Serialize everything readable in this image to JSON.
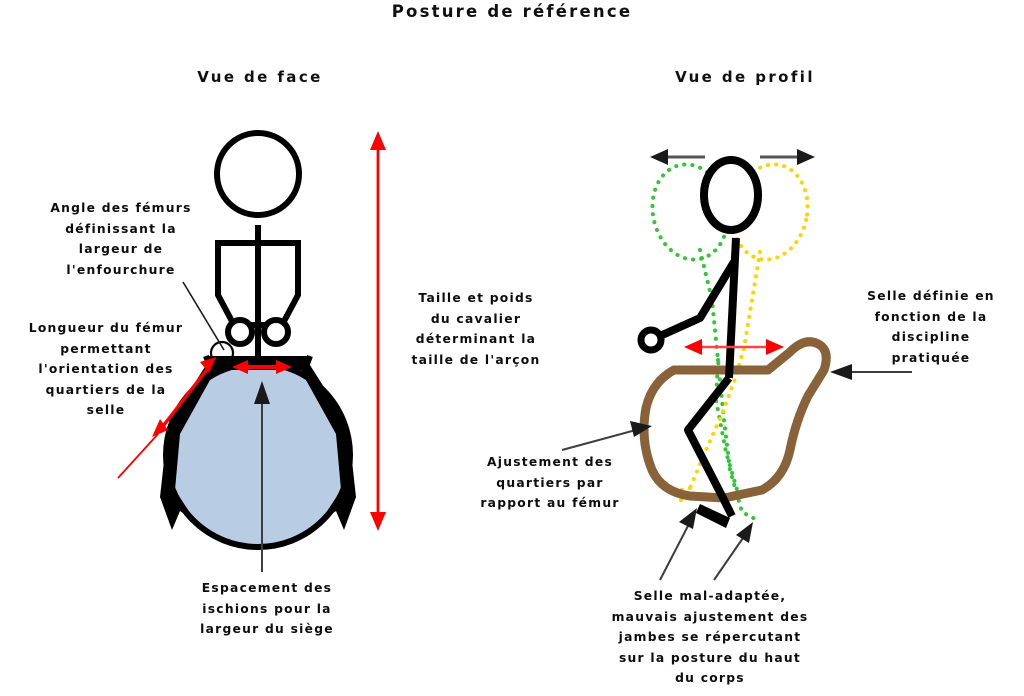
{
  "page": {
    "title": "Posture de référence",
    "background": "#ffffff"
  },
  "views": {
    "front": {
      "subtitle": "Vue de face"
    },
    "profile": {
      "subtitle": "Vue de profil"
    }
  },
  "callouts": [
    {
      "id": "femur-angle",
      "text": "Angle des fémurs\ndéfinissant la\nlargeur de\nl'enfourchure",
      "leader": "thin-black-line"
    },
    {
      "id": "femur-length",
      "text": "Longueur du fémur\npermettant\nl'orientation des\nquartiers de la\nselle",
      "leader": "red-double-arrow"
    },
    {
      "id": "taille-poids",
      "text": "Taille et poids\ndu cavalier\ndéterminant la\ntaille de l'arçon",
      "leader": "red-vertical-double-arrow"
    },
    {
      "id": "ischions",
      "text": "Espacement des\nischions pour la\nlargeur du siège",
      "leader": "dark-arrow-up"
    },
    {
      "id": "selle-discipline",
      "text": "Selle définie en\nfonction de la\ndiscipline\npratiquée",
      "leader": "dark-arrow-left"
    },
    {
      "id": "ajustement-quartiers",
      "text": "Ajustement des\nquartiers par\nrapport au fémur",
      "leader": "dark-arrow-up-right"
    },
    {
      "id": "selle-mal-adaptee",
      "text": "Selle mal-adaptée,\nmauvais ajustement des\njambes se répercutant\nsur la posture du haut\ndu corps",
      "leader": "dark-arrows-up"
    }
  ],
  "colors": {
    "figure_stroke": "#000000",
    "horse_body_fill": "#b8cce4",
    "horse_body_stroke": "#000000",
    "saddle": "#8a6239",
    "measure_arrow": "#ff0000",
    "leader_line": "#3d3d3d",
    "posture_back_dotted": "#35c43a",
    "posture_forward_dotted": "#ffd400",
    "text": "#0d0d0d"
  },
  "annotations": {
    "front_view": {
      "seat_width_arrow": "red horizontal double arrow between ischions",
      "femur_arrow": "red diagonal double arrow along left thigh",
      "height_arrow": "red vertical double arrow full rider height",
      "ischion_spacing_arrow": "black arrow pointing up to seat"
    },
    "profile_view": {
      "head_motion_arrows": "gray double arrows left and right of head",
      "seat_balance_arrow": "red horizontal double arrow at seat",
      "posture_backward_outline": "green dotted",
      "posture_forward_outline": "yellow dotted"
    }
  }
}
